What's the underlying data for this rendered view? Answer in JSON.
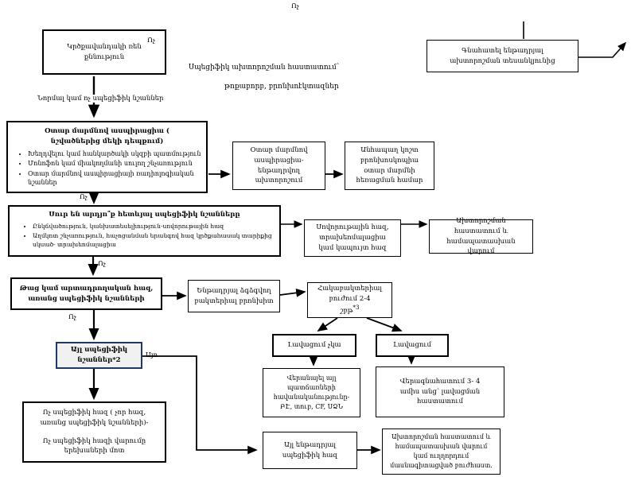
{
  "labels": {
    "no": "Ոչ",
    "yes": "Այո",
    "normal_or_nonspecific": "Նորմալ կամ ոչ սպեցիֆիկ նշաններ",
    "specific_dx_line1": "Սպեցիֆիկ ախտորոշման հաստատում՝",
    "specific_dx_line2": "թոքաբորբ, բրոնխոէկտազներ"
  },
  "boxes": {
    "chest_xray": {
      "text": "Կրծքավանդակի ռեն քննություն",
      "corner_label": "Ոչ"
    },
    "evaluate_presumed": {
      "text": "Գնահատել ենթադրյալ ախտորոշման տեսանկյունից"
    },
    "foreign_body": {
      "title": "Օտար մարմնով ասպիրացիա ( նշվածներից մեկի դեպքում)",
      "bullets": [
        "Խեղդվելու կամ հանկարծակի սկզբի պատմություն",
        "Մոնոֆոն կամ միակողմանի սուլող շնչառություն",
        "Օտար մարմնով ասպիրացիայի ռադիոլոգիական նշաններ"
      ]
    },
    "fb_presumed": {
      "text": "Օտար մարմնով ասպիրացիա- ենթադրվող ախտորոշում"
    },
    "bronchoscopy": {
      "text": "Անհապաղ կոշտ բրոնխոսկոպիա օտար մարմնի հեռացման համար"
    },
    "acute_specific": {
      "title": "Սուր են արդյո՞ք հետևյալ սպեցիֆիկ նշանները",
      "bullets": [
        "Ընկճվածություն, կանխատեսելիություն-սովորութային հազ",
        "Աղմկոտ շնչառություն, հաչոցանման երանգով հազ կրծքահասակ տարիքից սկսած- տրախեոմալացիա"
      ]
    },
    "habit_cough": {
      "text": "Սովորութային հազ, տրախեոմալացիա կամ կապույտ հազ"
    },
    "dx_confirm_manage": {
      "text": "Ախտորոշման հաստատում և համապատասխան վարում"
    },
    "wet_cough": {
      "text": "Թաց կամ արտադրողական հազ, առանց սպեցիֆիկ նշանների"
    },
    "pbb": {
      "text": "Ենթադրյալ ձգձգվող բակտերիալ բրոնխիտ"
    },
    "antibiotic": {
      "line1": "Հակաբակտերիալ բուժում 2-4",
      "line2": "շբթ",
      "sup": "*3"
    },
    "no_improvement": {
      "text": "Լավացում չկա"
    },
    "improvement": {
      "text": "Լավացում"
    },
    "reconsider": {
      "text": "Վերանայել այլ պատճառների հավանականությունը- ԲԷ, տուբ, CF, ՍՁՆ"
    },
    "reassess": {
      "text": "Վերագնահատում 3- 4 ամիս անց՝ լավացման հաստատում"
    },
    "other_specific": {
      "text": "Այլ սպեցիֆիկ նշաններ*2"
    },
    "nonspecific_cough": {
      "p1": "Ոչ սպեցիֆիկ հազ ( չոր հազ, առանց սպեցիֆիկ նշանների)-",
      "p2": "Ոչ սպեցիֆիկ հազի վարումը երեխաների մոտ"
    },
    "other_presumed": {
      "text": "Այլ ենթադրյալ սպեցիֆիկ հազ"
    },
    "dx_confirm_refer": {
      "text": "Ախտորոշման հաստատում և համապատասխան վարում կամ ուղղորդում մասնագիտացված բուժհաստ."
    }
  },
  "colors": {
    "box_border": "#000000",
    "highlight_border": "#1F3864",
    "highlight_fill": "#f1f1f1",
    "background": "#ffffff"
  }
}
